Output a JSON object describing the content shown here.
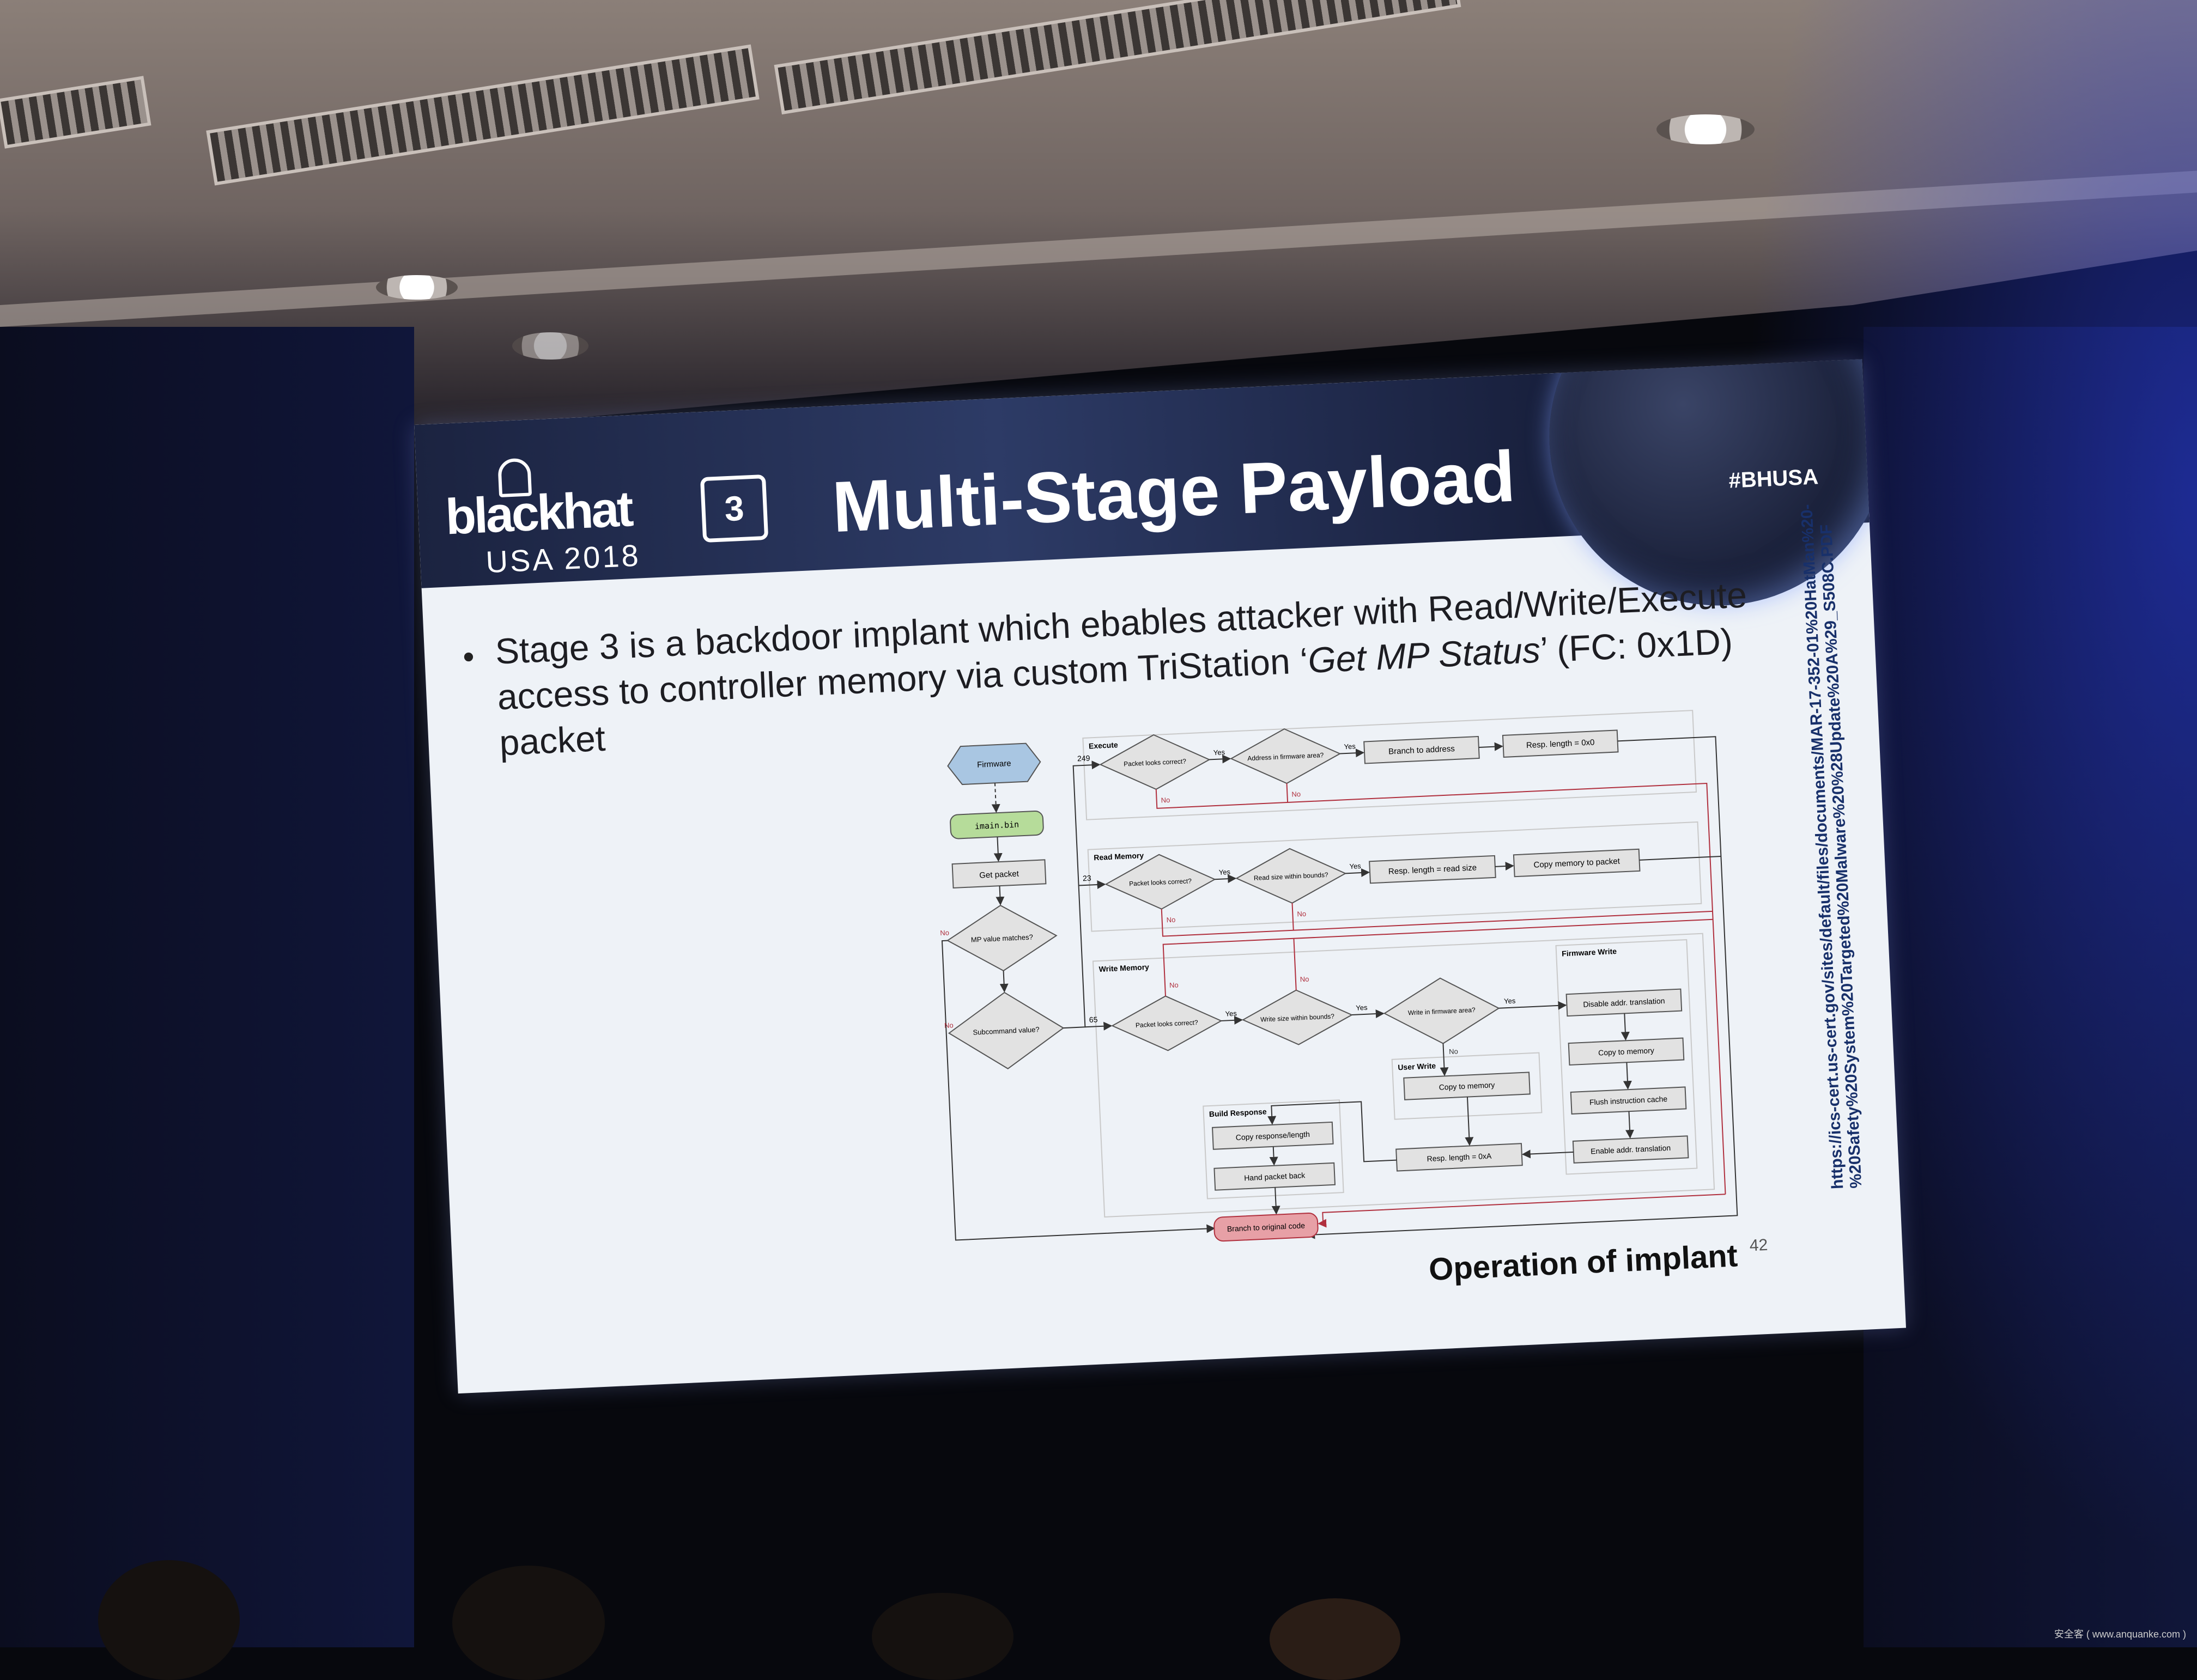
{
  "slide": {
    "logo_main": "blackhat",
    "logo_sub": "USA 2018",
    "stage_number": "3",
    "title": "Multi-Stage Payload",
    "hashtag": "#BHUSA",
    "bullet_prefix": "Stage 3 is a backdoor implant which ebables attacker with Read/Write/Execute access to controller memory via custom TriStation ‘",
    "bullet_italic": "Get MP Status",
    "bullet_suffix": "’ (FC: 0x1D) packet",
    "caption": "Operation of implant",
    "page_number": "42",
    "source_url": "https://ics-cert.us-cert.gov/sites/default/files/documents/MAR-17-352-01%20HatMan%20-%20Safety%20System%20Targeted%20Malware%20%28Update%20A%29_S508C.PDF"
  },
  "diagram": {
    "start": "Firmware",
    "file": "imain.bin",
    "get_packet": "Get packet",
    "mp_match": "MP value matches?",
    "subcommand": "Subcommand value?",
    "yes": "Yes",
    "no": "No",
    "execute": {
      "label": "Execute",
      "code": "249",
      "check1": "Packet looks correct?",
      "check2": "Address in firmware area?",
      "step1": "Branch to address",
      "step2": "Resp. length = 0x0"
    },
    "read": {
      "label": "Read Memory",
      "code": "23",
      "check1": "Packet looks correct?",
      "check2": "Read size within bounds?",
      "step1": "Resp. length = read size",
      "step2": "Copy memory to packet"
    },
    "write": {
      "label": "Write Memory",
      "code": "65",
      "check1": "Packet looks correct?",
      "check2": "Write size within bounds?",
      "check3": "Write in firmware area?"
    },
    "firmware_write": {
      "label": "Firmware Write",
      "steps": [
        "Disable addr. translation",
        "Copy to memory",
        "Flush instruction cache",
        "Enable addr. translation"
      ]
    },
    "user_write": {
      "label": "User Write",
      "step": "Copy to memory",
      "resp": "Resp. length = 0xA"
    },
    "build_response": {
      "label": "Build Response",
      "step1": "Copy response/length",
      "step2": "Hand packet back"
    },
    "end": "Branch to original code"
  },
  "watermark": "安全客 ( www.anquanke.com )",
  "colors": {
    "header_navy": "#1b2340",
    "slide_bg": "#eef2f7",
    "hex_blue": "#a9c6e2",
    "green": "#b6dc9a",
    "red": "#e7a0a6",
    "arrow_red": "#b0303e"
  }
}
